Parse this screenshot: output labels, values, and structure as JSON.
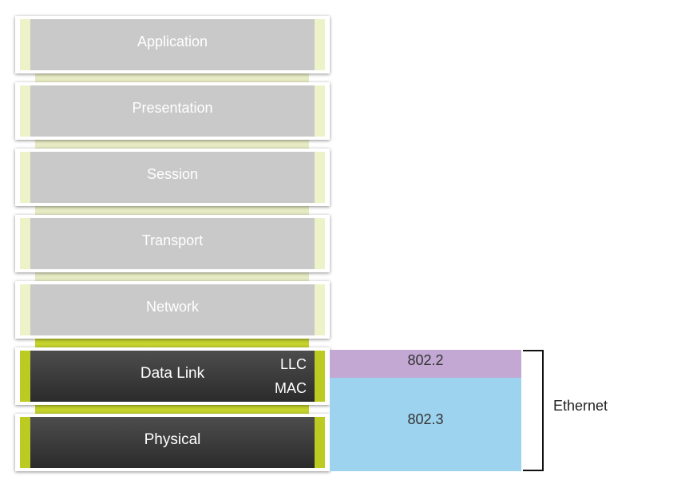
{
  "osi_layers": [
    {
      "id": "application",
      "label": "Application",
      "style": "inactive"
    },
    {
      "id": "presentation",
      "label": "Presentation",
      "style": "inactive"
    },
    {
      "id": "session",
      "label": "Session",
      "style": "inactive"
    },
    {
      "id": "transport",
      "label": "Transport",
      "style": "inactive"
    },
    {
      "id": "network",
      "label": "Network",
      "style": "inactive"
    },
    {
      "id": "data_link",
      "label": "Data Link",
      "style": "active",
      "sublayers": [
        "LLC",
        "MAC"
      ]
    },
    {
      "id": "physical",
      "label": "Physical",
      "style": "active"
    }
  ],
  "standards": {
    "llc": "802.2",
    "mac_physical": "802.3"
  },
  "group_label": "Ethernet",
  "colors": {
    "inactive_body": "#c9c9c9",
    "inactive_edge": "#eef2c8",
    "active_body": "#3a3a3a",
    "active_edge": "#bccb21",
    "llc_box": "#c2a8d3",
    "mac_box": "#9dd3ee",
    "bracket": "#111111"
  }
}
